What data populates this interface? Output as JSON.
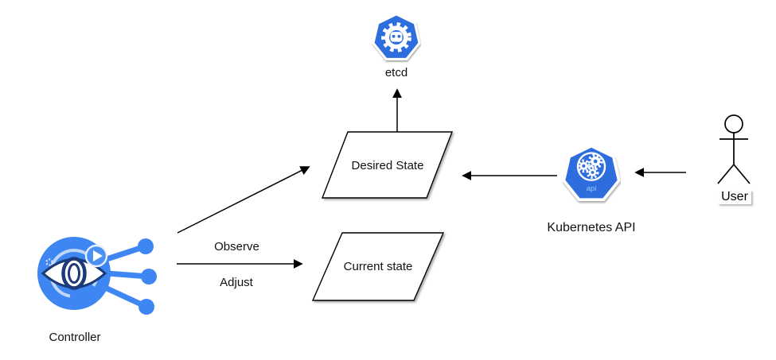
{
  "diagram": {
    "description": "Kubernetes controller reconciliation loop diagram"
  },
  "nodes": {
    "etcd": {
      "label": "etcd"
    },
    "desired_state": {
      "label": "Desired State"
    },
    "current_state": {
      "label": "Current state"
    },
    "kubernetes_api": {
      "label": "Kubernetes API",
      "badge": "api"
    },
    "user": {
      "label": "User"
    },
    "controller": {
      "label": "Controller"
    }
  },
  "edges": {
    "observe": {
      "label": "Observe"
    },
    "adjust": {
      "label": "Adjust"
    }
  },
  "colors": {
    "kubernetes_blue": "#2e6dde",
    "controller_blue": "#3e86f2",
    "api_text_blue": "#9ec5f8",
    "eye_navy": "#1b3a77",
    "ring_light": "#cfe0fb",
    "line_black": "#000000"
  }
}
